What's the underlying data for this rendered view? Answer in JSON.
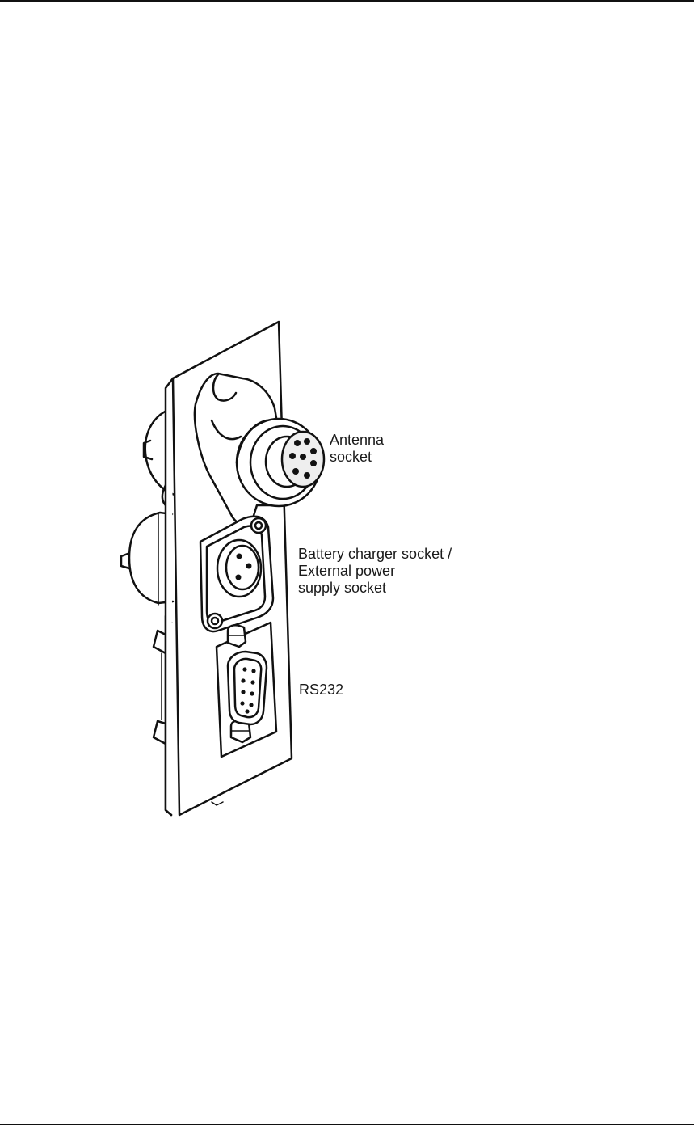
{
  "labels": {
    "antenna": {
      "line1": "Antenna",
      "line2": "socket"
    },
    "charger": {
      "line1": "Battery charger socket /",
      "line2": "External power",
      "line3": "supply socket"
    },
    "rs232": "RS232"
  },
  "colors": {
    "line": "#111111",
    "panel": "#ffffff",
    "shadow": "#d8d8d8"
  }
}
